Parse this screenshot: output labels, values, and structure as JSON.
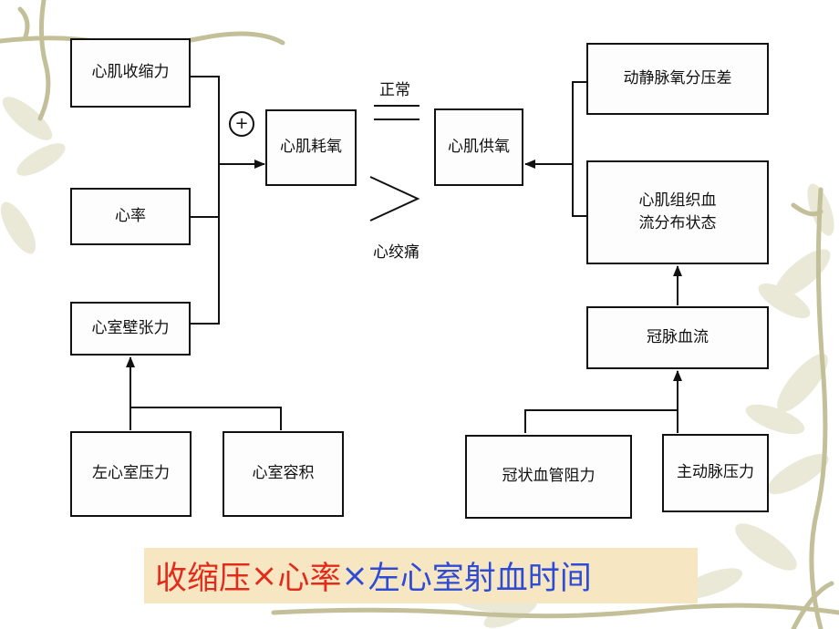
{
  "diagram": {
    "boxes": {
      "contractility": "心肌收缩力",
      "heart_rate": "心率",
      "wall_tension": "心室壁张力",
      "lv_pressure": "左心室压力",
      "ventricular_volume": "心室容积",
      "o2_consumption": "心肌耗氧",
      "o2_supply": "心肌供氧",
      "av_o2_difference": "动静脉氧分压差",
      "flow_distribution": "心肌组织血\n流分布状态",
      "coronary_flow": "冠脉血流",
      "coronary_resistance": "冠状血管阻力",
      "aortic_pressure": "主动脉压力"
    },
    "plus_symbol": "+",
    "normal_label": "正常",
    "angina_label": "心绞痛"
  },
  "formula": {
    "part1": "收缩压",
    "times1": "×",
    "part2": "心率",
    "times2": "×",
    "part3": "左心室射血时间"
  },
  "colors": {
    "formula_background": "#f6e7c2",
    "formula_red": "#e32b1c",
    "formula_blue": "#2e4bd6",
    "leaf_decoration": "#cdc9ad"
  }
}
